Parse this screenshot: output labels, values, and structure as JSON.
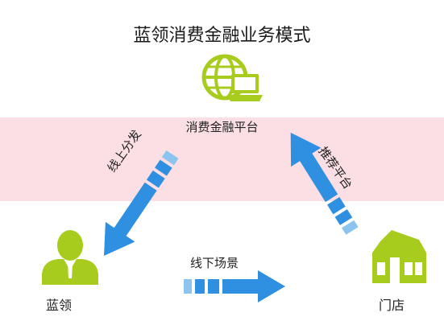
{
  "diagram": {
    "title": "蓝领消费金融业务模式",
    "platform_label": "消费金融平台",
    "user_label": "蓝领",
    "store_label": "门店",
    "online_label": "线上分发",
    "recommend_label": "推荐平台",
    "offline_label": "线下场景"
  },
  "colors": {
    "band": "#fbdfe4",
    "arrow_blue": "#2f8fe0",
    "arrow_light": "#8cc4f0",
    "icon_green": "#a8cc1e",
    "icon_green_dark": "#8fb015"
  }
}
